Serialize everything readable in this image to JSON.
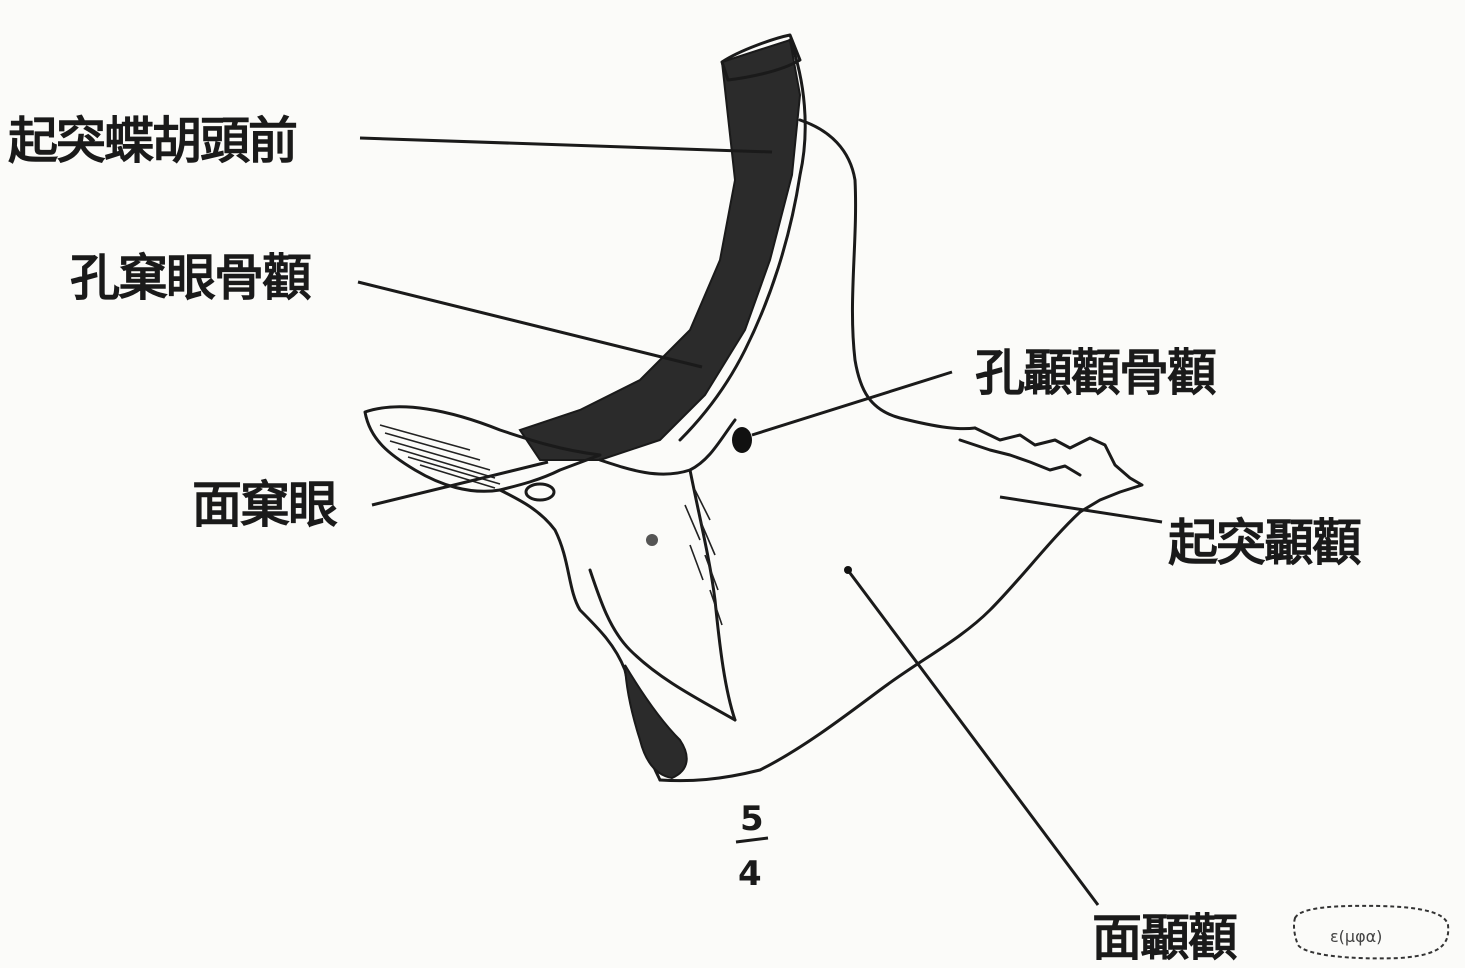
{
  "labels": {
    "anterior_clinoid": "起突蝶胡頭前",
    "orbital_foramen": "孔窠眼骨顴",
    "orbital_surface": "面窠眼",
    "zygomaticotemporal_foramen": "孔顳顴骨顴",
    "temporal_process": "起突顳顴",
    "temporal_surface": "面顳顴"
  },
  "fraction": {
    "numerator": "5",
    "denominator": "4"
  },
  "stamp": "ε(μφα)"
}
